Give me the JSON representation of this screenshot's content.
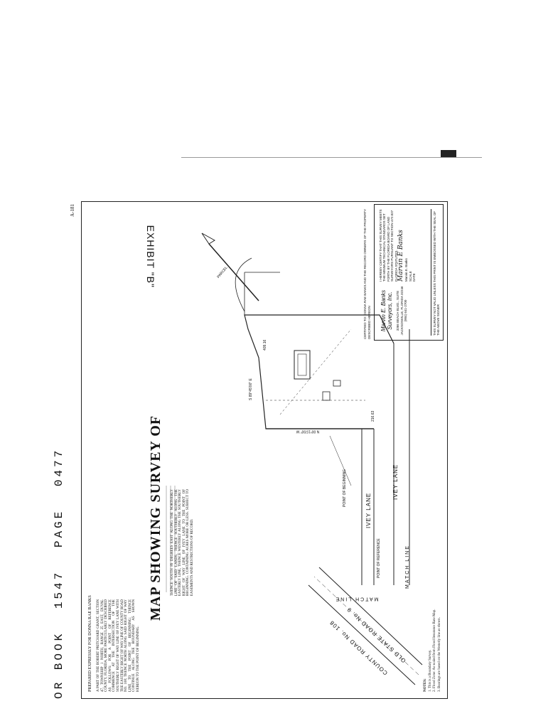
{
  "header": {
    "or_book_label": "OR BOOK",
    "book_number": "1547",
    "page_label": "PAGE",
    "page_number": "0477"
  },
  "corner_note": "A-181",
  "title": "MAP SHOWING SURVEY OF",
  "prepared_for": "PREPARED EXPRESSLY FOR DONNA RAE BANKS",
  "legal_description_1": "A PART OF THE ROBERT PRITCHARD GRANT, SECTION 47, TOWNSHIP 1 NORTH, RANGE 25 EAST, DUVAL COUNTY, FLORIDA, MORE PARTICULARLY DESCRIBED AS FOLLOWS: FOR A POINT OF REFERENCE COMMENCE AT THE INTERSECTION OF THE SOUTHERLY RIGHT OF WAY LINE OF IVEY LANE WITH THE EASTERLY RIGHT OF WAY LINE OF COUNTY ROAD NO. 108; THENCE NORTH ALONG SAID RIGHT OF WAY LINE TO THE POINT OF BEGINNING; THENCE CONTINUE ALONG THE BOUNDARY AS SHOWN HEREON TO THE POINT OF BEGINNING.",
  "legal_description_2": "THENCE SOUTH 89 DEGREES EAST ALONG THE NORTHERLY LINE OF SAID LANDS, THENCE SOUTHERLY ALONG THE EASTERLY LINE, THENCE WESTERLY ALONG THE SOUTHERLY RIGHT OF WAY LINE OF IVEY LANE TO THE POINT OF BEGINNING. CONTAINING ACRES MORE OR LESS. SUBJECT TO EASEMENTS AND RESTRICTIONS OF RECORD.",
  "exhibit": "EXHIBIT \"B\"",
  "roads": {
    "county_road": "COUNTY ROAD No. 108",
    "state_road": "OLD STATE ROAD No. 9",
    "ivey_lane_1": "IVEY LANE",
    "ivey_lane_2": "IVEY LANE",
    "match_line_1": "MATCH LINE",
    "match_line_2": "MATCH LINE"
  },
  "labels": {
    "point_of_beginning": "POINT OF BEGINNING",
    "point_of_reference": "POINT OF REFERENCE",
    "parcel": "PARCEL",
    "bearing_1": "S 89°45'00\" E",
    "bearing_2": "N 00°15'00\" W",
    "distance_1": "216.63",
    "distance_2": "409.16"
  },
  "notes": {
    "heading": "NOTES:",
    "items": [
      "1. This is a Boundary Survey.",
      "2. Flood Zone: As scaled from Flood Insurance Rate Map.",
      "3. Bearings are based on the Westerly line as shown."
    ]
  },
  "title_block": {
    "company": "Marvin E. Banks",
    "company_sub": "Surveyors, Inc.",
    "address_1": "3366 BEACH BLVD., SUITE",
    "address_2": "JACKSONVILLE, FLORIDA 32246",
    "phone": "(904) 641-2700",
    "certification": "I HEREBY CERTIFY THAT THIS SURVEY MEETS THE MINIMUM TECHNICAL STANDARDS SET FORTH BY THE FLORIDA BOARD OF LAND SURVEYORS PURSUANT TO SECTION 472.027 FLORIDA STATUTES.",
    "signature": "Marvin E Banks",
    "signer": "Marvin E. Banks",
    "scale_label": "SCALE",
    "date_label": "DATE",
    "validity": "THIS SURVEY NOT VALID UNLESS THIS PRINT IS EMBOSSED WITH THE SEAL OF THE ABOVE SIGNER"
  },
  "flood_note": "CERTIFIED TO: DONNA RAE BANKS AND THE RECORD OWNERS OF THE PROPERTY DESCRIBED HEREON"
}
